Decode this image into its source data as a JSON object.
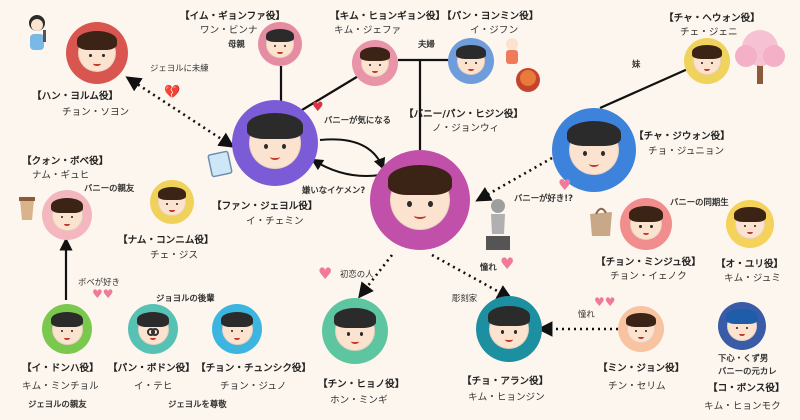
{
  "palette": {
    "background": "#fdf6ee",
    "han": "#d95650",
    "im": "#e58ca2",
    "kim_hg": "#e994a8",
    "pang_ym": "#6f9cda",
    "fan": "#7c5cd6",
    "bunny": "#c050a9",
    "chahw": "#f0d35c",
    "chajw": "#3d82db",
    "kwon": "#f4b7c0",
    "nam_kn": "#f0d15a",
    "chon_mj": "#f28d8d",
    "oh": "#f5d25a",
    "lee_dh": "#7ac84e",
    "pang_bd": "#57c2b4",
    "chon_cs": "#3cb6e0",
    "chin": "#5dc6a0",
    "cho_ar": "#1c8fa0",
    "min": "#f7c3a0",
    "ko": "#3a5ba8",
    "heart": "#f07a99"
  },
  "people": [
    {
      "id": "han",
      "role": "【ハン・ヨルム役】",
      "actor": "チョン・ソヨン"
    },
    {
      "id": "im",
      "role": "【イム・ギョンファ役】",
      "actor": "ワン・ビンナ",
      "note": "母親"
    },
    {
      "id": "kim_hg",
      "role": "【キム・ヒョンギョン役】",
      "actor": "キム・ジェファ"
    },
    {
      "id": "pang_ym",
      "role": "【パン・ヨンミン役】",
      "actor": "イ・ジフン"
    },
    {
      "id": "chahw",
      "role": "【チャ・ヘウォン役】",
      "actor": "チェ・ジェニ"
    },
    {
      "id": "fan",
      "role": "【ファン・ジェヨル役】",
      "actor": "イ・チェミン"
    },
    {
      "id": "bunny",
      "role": "【バニー/パン・ヒジン役】",
      "actor": "ノ・ジョンウィ"
    },
    {
      "id": "chajw",
      "role": "【チャ・ジウォン役】",
      "actor": "チョ・ジュニョン"
    },
    {
      "id": "kwon",
      "role": "【クォン・ボベ役】",
      "actor": "ナム・ギュヒ"
    },
    {
      "id": "nam_kn",
      "role": "【ナム・コンニム役】",
      "actor": "チェ・ジス"
    },
    {
      "id": "chon_mj",
      "role": "【チョン・ミンジュ役】",
      "actor": "チョン・イェノク"
    },
    {
      "id": "oh",
      "role": "【オ・ユリ役】",
      "actor": "キム・ジュミ"
    },
    {
      "id": "lee_dh",
      "role": "【イ・ドンハ役】",
      "actor": "キム・ミンチョル"
    },
    {
      "id": "pang_bd",
      "role": "【パン・ボドン役】",
      "actor": "イ・テヒ"
    },
    {
      "id": "chon_cs",
      "role": "【チョン・チュンシク役】",
      "actor": "チョン・ジュノ"
    },
    {
      "id": "chin",
      "role": "【チン・ヒョノ役】",
      "actor": "ホン・ミンギ"
    },
    {
      "id": "cho_ar",
      "role": "【チョ・アラン役】",
      "actor": "キム・ヒョンジン"
    },
    {
      "id": "min",
      "role": "【ミン・ジョン役】",
      "actor": "チン・セリム"
    },
    {
      "id": "ko",
      "role": "【コ・ボンス役】",
      "actor": "キム・ヒョンモク"
    }
  ],
  "labels": {
    "jeyol_miren": "ジェヨルに未練",
    "bunny_ki": "バニーが気になる",
    "fuufu": "夫婦",
    "imouto": "妹",
    "kirai": "嫌いなイケメン?",
    "bunny_suki": "バニーが好き!?",
    "bunny_shinyu": "バニーの親友",
    "bunny_dokisei": "バニーの同期生",
    "bobe_suki": "ボベが好き",
    "jeyol_goe": "ジョヨルの後輩",
    "hatsukoi": "初恋の人",
    "akogare1": "憧れ",
    "akogare2": "憧れ",
    "chokokuka": "彫刻家",
    "jeyol_shinyu": "ジェヨルの親友",
    "jeyol_sonkei": "ジェヨルを尊敬",
    "shitagokoro": "下心・くず男",
    "motokare": "バニーの元カレ"
  }
}
